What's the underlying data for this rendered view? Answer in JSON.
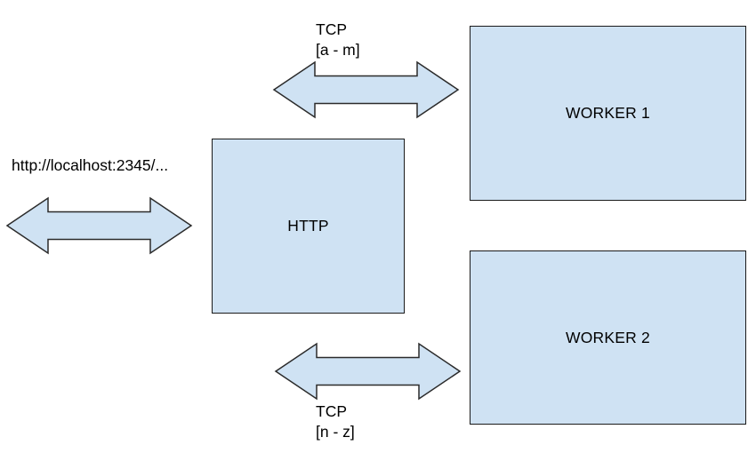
{
  "diagram": {
    "client_label": "http://localhost:2345/...",
    "http_node": {
      "label": "HTTP"
    },
    "worker1_node": {
      "label": "WORKER 1"
    },
    "worker2_node": {
      "label": "WORKER 2"
    },
    "tcp_top": {
      "line1": "TCP",
      "line2": "[a - m]"
    },
    "tcp_bottom": {
      "line1": "TCP",
      "line2": "[n - z]"
    },
    "colors": {
      "shape_fill": "#cfe2f3",
      "shape_border": "#1a1a1a",
      "arrow_fill": "#cfe2f3",
      "arrow_border": "#2b2b2b",
      "background": "#ffffff",
      "text": "#000000"
    }
  }
}
